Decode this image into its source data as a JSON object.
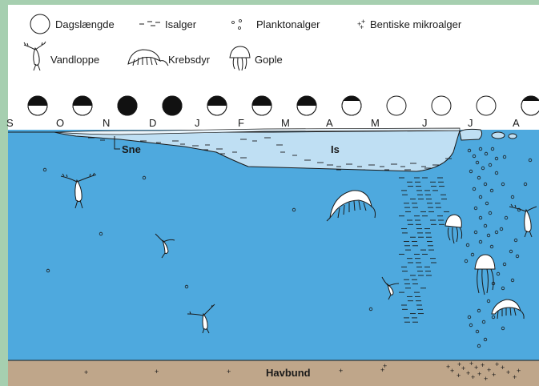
{
  "legend": {
    "daylength": "Dagslængde",
    "ice_algae": "Isalger",
    "plankton_algae": "Planktonalger",
    "benthic_microalgae": "Bentiske mikroalger",
    "water_flea": "Vandloppe",
    "crustacean": "Krebsdyr",
    "jellyfish": "Gople"
  },
  "months": [
    "S",
    "O",
    "N",
    "D",
    "J",
    "F",
    "M",
    "A",
    "M",
    "J",
    "J",
    "A"
  ],
  "daylength_fraction": [
    0.5,
    0.5,
    0,
    0,
    0.5,
    0.5,
    0.5,
    0.75,
    1,
    1,
    1,
    0.75
  ],
  "labels": {
    "snow": "Sne",
    "ice": "Is",
    "seabed": "Havbund"
  },
  "colors": {
    "frame": "#a6cfb0",
    "sea": "#4ea9de",
    "ice": "#bfdff3",
    "seabed": "#bfa68a",
    "ink": "#1a1a1a"
  }
}
